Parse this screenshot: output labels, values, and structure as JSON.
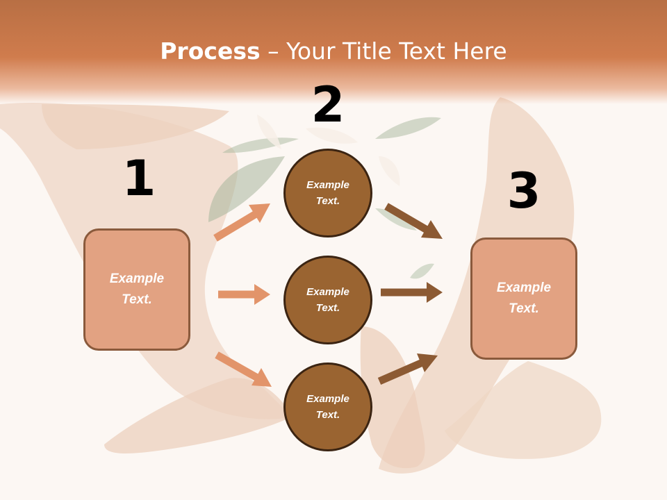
{
  "slide": {
    "title_bold": "Process",
    "title_rest": " – Your Title Text Here"
  },
  "steps": {
    "one": "1",
    "two": "2",
    "three": "3"
  },
  "boxes": {
    "left": "Example Text.",
    "right": "Example Text."
  },
  "circles": [
    "Example Text.",
    "Example Text.",
    "Example Text."
  ],
  "colors": {
    "header": "#d07c4d",
    "box_fill": "#e2a282",
    "circle_fill": "#9a6431",
    "arrow_light": "#e2946a",
    "arrow_dark": "#8c5a33"
  }
}
